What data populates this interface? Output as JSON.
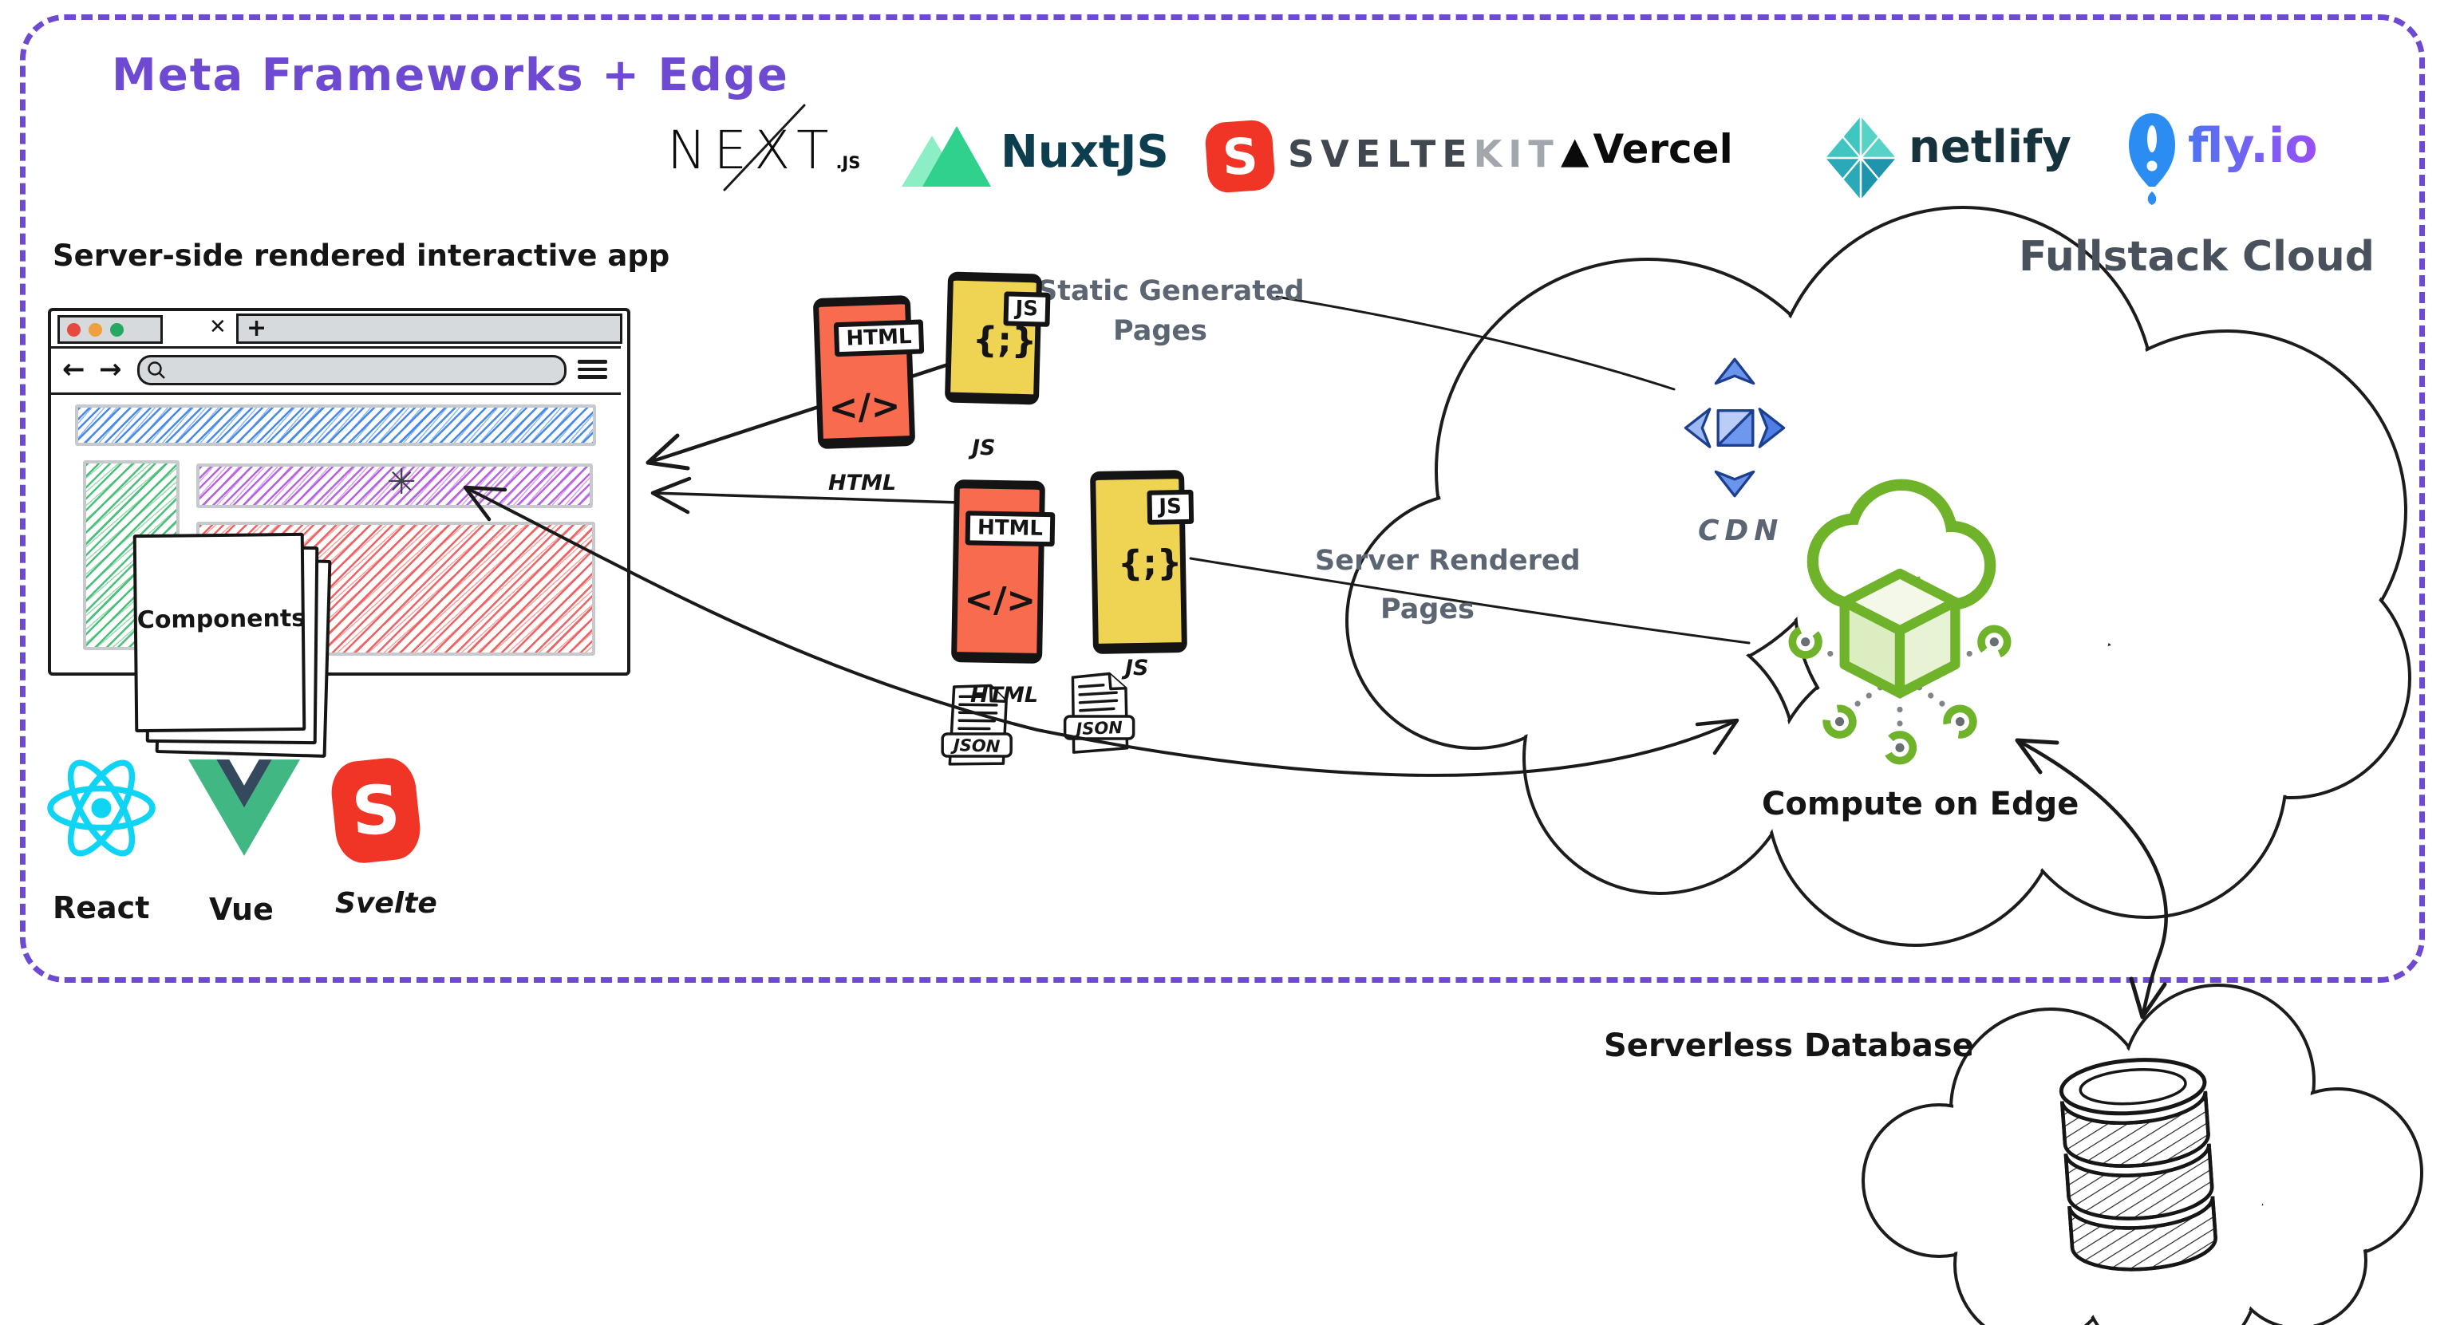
{
  "title": "Meta Frameworks + Edge",
  "logos": {
    "next": {
      "wordmark": "NEXT",
      "suffix": ".JS"
    },
    "nuxt": {
      "text": "NuxtJS"
    },
    "sveltekit": {
      "primary": "SVELTE",
      "secondary": "KIT"
    },
    "vercel": {
      "text": "Vercel"
    },
    "netlify": {
      "text": "netlify"
    },
    "flyio": {
      "text": "fly.io"
    }
  },
  "labels": {
    "app": "Server-side rendered interactive app",
    "fullstack_cloud": "Fullstack Cloud",
    "static_line1": "Static Generated",
    "static_line2": "Pages",
    "server_line1": "Server Rendered",
    "server_line2": "Pages",
    "cdn": "CDN",
    "compute": "Compute on Edge",
    "database": "Serverless Database",
    "components": "Components"
  },
  "files": {
    "html": {
      "badge": "HTML",
      "glyph": "</>",
      "label": "HTML"
    },
    "js": {
      "badge": "JS",
      "glyph": "{;}",
      "label": "JS"
    },
    "json": {
      "label": "JSON"
    }
  },
  "frameworks": {
    "react": {
      "label": "React"
    },
    "vue": {
      "label": "Vue"
    },
    "svelte": {
      "label": "Svelte"
    }
  },
  "browser": {
    "close_tab": "✕",
    "new_tab": "+",
    "back": "←",
    "forward": "→",
    "spinner": "✳"
  },
  "colors": {
    "accent_purple": "#6d4ad1",
    "label_gray": "#5b6672",
    "html_orange": "#f96b4f",
    "js_yellow": "#efd454",
    "compute_green": "#6fb32a",
    "cdn_blue": "#6b95ec",
    "react_cyan": "#0fd4f4",
    "vue_green": "#41b883",
    "svelte_red": "#f03527",
    "nuxt_green": "#2fd18c",
    "netlify_teal": "#2aa9b8",
    "flyio_blue": "#2b8df2"
  }
}
